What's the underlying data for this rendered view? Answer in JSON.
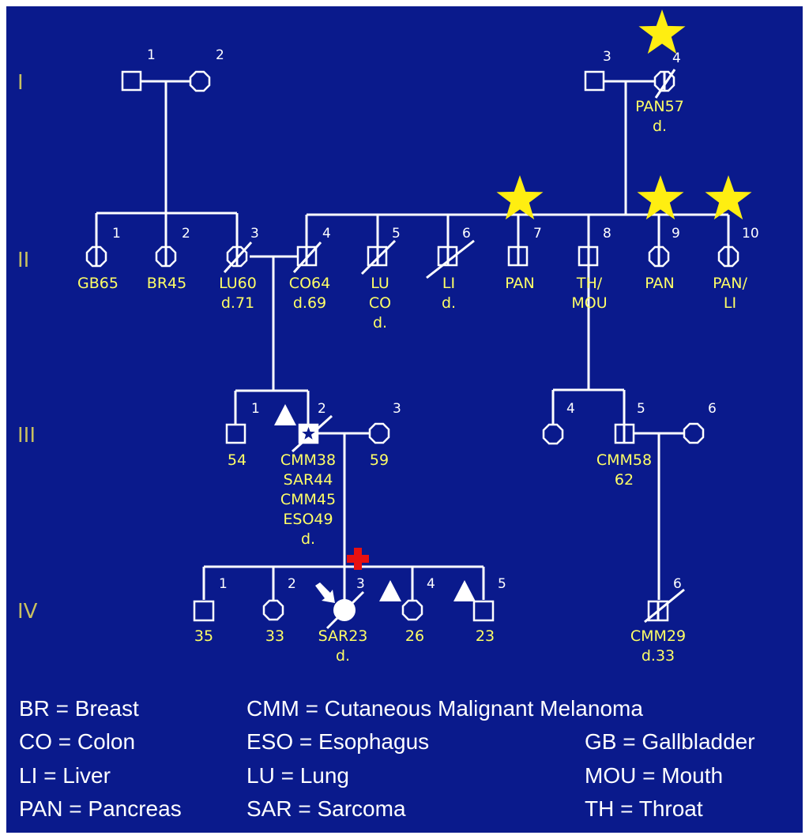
{
  "colors": {
    "background": "#0a1a8c",
    "line": "#ffffff",
    "label": "#ffff66",
    "generation": "#c8c060",
    "star": "#ffee11",
    "cross": "#e81010"
  },
  "generations": [
    "I",
    "II",
    "III",
    "IV"
  ],
  "individuals": {
    "I1": {
      "num": "1",
      "label": []
    },
    "I2": {
      "num": "2",
      "label": []
    },
    "I3": {
      "num": "3",
      "label": []
    },
    "I4": {
      "num": "4",
      "label": [
        "PAN57",
        "d."
      ]
    },
    "II1": {
      "num": "1",
      "label": [
        "GB65"
      ]
    },
    "II2": {
      "num": "2",
      "label": [
        "BR45"
      ]
    },
    "II3": {
      "num": "3",
      "label": [
        "LU60",
        "d.71"
      ]
    },
    "II4": {
      "num": "4",
      "label": [
        "CO64",
        "d.69"
      ]
    },
    "II5": {
      "num": "5",
      "label": [
        "LU",
        "CO",
        "d."
      ]
    },
    "II6": {
      "num": "6",
      "label": [
        "LI",
        "d."
      ]
    },
    "II7": {
      "num": "7",
      "label": [
        "PAN"
      ]
    },
    "II8": {
      "num": "8",
      "label": [
        "TH/",
        "MOU"
      ]
    },
    "II9": {
      "num": "9",
      "label": [
        "PAN"
      ]
    },
    "II10": {
      "num": "10",
      "label": [
        "PAN/",
        "LI"
      ]
    },
    "III1": {
      "num": "1",
      "label": [
        "54"
      ]
    },
    "III2": {
      "num": "2",
      "label": [
        "CMM38",
        "SAR44",
        "CMM45",
        "ESO49",
        "d."
      ]
    },
    "III3": {
      "num": "3",
      "label": [
        "59"
      ]
    },
    "III4": {
      "num": "4",
      "label": []
    },
    "III5": {
      "num": "5",
      "label": [
        "CMM58",
        "62"
      ]
    },
    "III6": {
      "num": "6",
      "label": []
    },
    "IV1": {
      "num": "1",
      "label": [
        "35"
      ]
    },
    "IV2": {
      "num": "2",
      "label": [
        "33"
      ]
    },
    "IV3": {
      "num": "3",
      "label": [
        "SAR23",
        "d."
      ]
    },
    "IV4": {
      "num": "4",
      "label": [
        "26"
      ]
    },
    "IV5": {
      "num": "5",
      "label": [
        "23"
      ]
    },
    "IV6": {
      "num": "6",
      "label": [
        "CMM29",
        "d.33"
      ]
    }
  },
  "legend": [
    [
      "BR = Breast",
      "CMM = Cutaneous Malignant Melanoma",
      ""
    ],
    [
      "CO = Colon",
      "ESO = Esophagus",
      "GB = Gallbladder"
    ],
    [
      "LI = Liver",
      "LU = Lung",
      "MOU = Mouth"
    ],
    [
      "PAN = Pancreas",
      "SAR = Sarcoma",
      "TH = Throat"
    ]
  ]
}
